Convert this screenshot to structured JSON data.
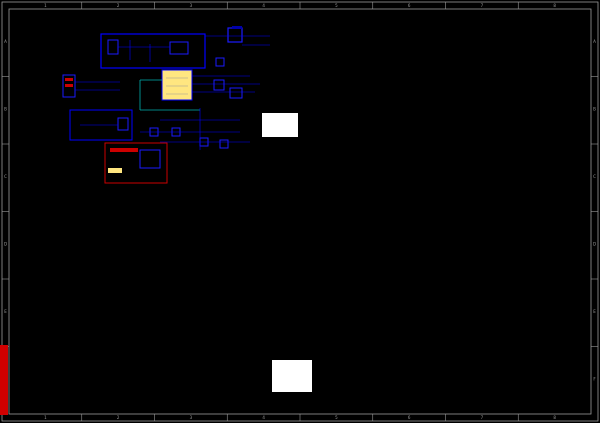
{
  "frame": {
    "top_labels": [
      "1",
      "2",
      "3",
      "4",
      "5",
      "6",
      "7",
      "8"
    ],
    "bottom_labels": [
      "1",
      "2",
      "3",
      "4",
      "5",
      "6",
      "7",
      "8"
    ],
    "left_labels": [
      "A",
      "B",
      "C",
      "D",
      "E",
      "F"
    ],
    "right_labels": [
      "A",
      "B",
      "C",
      "D",
      "E",
      "F"
    ]
  },
  "colors": {
    "background": "#000000",
    "wire": "#0000ff",
    "component": "#1a1aff",
    "net_label": "#cc0000",
    "bus": "#00b0b0",
    "frame": "#9a9a9a",
    "highlight_chip": "#ffe680"
  },
  "notes": {
    "note1_lines": [
      "",
      "",
      "",
      ""
    ],
    "note2_lines": [
      "",
      "",
      "",
      "",
      ""
    ]
  },
  "side_label": ""
}
